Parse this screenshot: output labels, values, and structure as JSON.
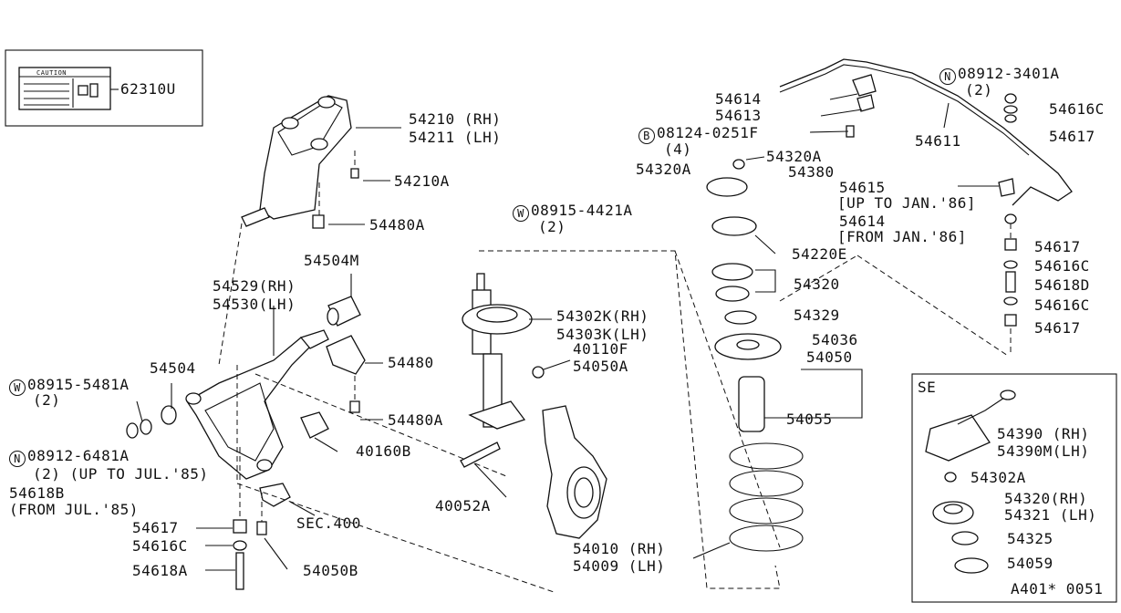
{
  "caution_box": {
    "caution_text": "CAUTION",
    "part_no": "62310U"
  },
  "corner_code": "A401* 0051",
  "se_box": {
    "title": "SE"
  },
  "labels": {
    "l54210": "54210 (RH)",
    "l54211": "54211 (LH)",
    "l54210A": "54210A",
    "l54480A_top": "54480A",
    "l54504M": "54504M",
    "l54529": "54529(RH)",
    "l54530": "54530(LH)",
    "l54480": "54480",
    "l54480A_mid": "54480A",
    "l54504": "54504",
    "w5481_no": "08915-5481A",
    "w5481_qty": "(2)",
    "n6481_no": "08912-6481A",
    "n6481_qty": "(2) (UP TO JUL.'85)",
    "l54618B": "54618B",
    "l54618B_note": "(FROM JUL.'85)",
    "l40160B": "40160B",
    "sec400": "SEC.400",
    "l54617_left": "54617",
    "l54616C_left": "54616C",
    "l54618A": "54618A",
    "l54050B": "54050B",
    "l54302K": "54302K(RH)",
    "l54303K": "54303K(LH)",
    "l40110F": "40110F",
    "l54050A": "54050A",
    "l40052A": "40052A",
    "l54010": "54010 (RH)",
    "l54009": "54009 (LH)",
    "l54614_top": "54614",
    "l54613": "54613",
    "b0251_no": "08124-0251F",
    "b0251_qty": "(4)",
    "l54320A_a": "54320A",
    "l54380": "54380",
    "l54320A_b": "54320A",
    "w4421_no": "08915-4421A",
    "w4421_qty": "(2)",
    "l54220E": "54220E",
    "l54320": "54320",
    "l54329": "54329",
    "l54036": "54036",
    "l54050": "54050",
    "l54055": "54055",
    "n3401_no": "08912-3401A",
    "n3401_qty": "(2)",
    "l54616C_r1": "54616C",
    "l54617_r1": "54617",
    "l54611": "54611",
    "l54615": "54615",
    "l54615_note": "[UP TO JAN.'86]",
    "l54614_b": "54614",
    "l54614_note": "[FROM JAN.'86]",
    "l54617_r2": "54617",
    "l54616C_r2": "54616C",
    "l54618D": "54618D",
    "l54616C_r3": "54616C",
    "l54617_r3": "54617",
    "se54390": "54390 (RH)",
    "se54390M": "54390M(LH)",
    "se54302A": "54302A",
    "se54320": "54320(RH)",
    "se54321": "54321 (LH)",
    "se54325": "54325",
    "se54059": "54059"
  },
  "markers": {
    "washer": "W",
    "nut": "N",
    "bolt": "B"
  }
}
